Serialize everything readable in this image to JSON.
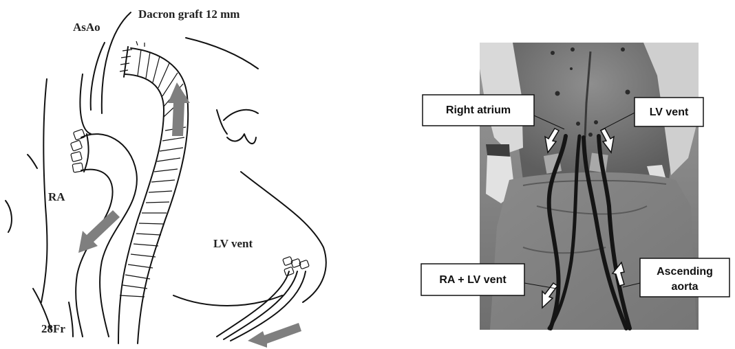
{
  "diagram": {
    "labels": {
      "dacron_graft": "Dacron graft 12  mm",
      "asao": "AsAo",
      "ra": "RA",
      "lv_vent": "LV vent",
      "cannula_size": "28Fr"
    },
    "arrow_color": "#7f7f7f"
  },
  "photo": {
    "callouts": {
      "right_atrium": "Right atrium",
      "lv_vent": "LV vent",
      "ra_lv_vent": "RA + LV vent",
      "ascending_aorta_line1": "Ascending",
      "ascending_aorta_line2": "aorta"
    }
  }
}
